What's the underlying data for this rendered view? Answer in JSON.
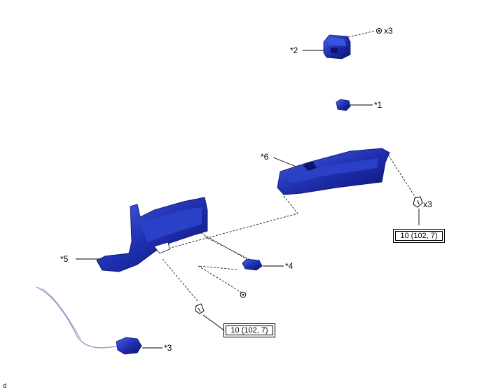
{
  "callouts": {
    "part1": "*1",
    "part2": "*2",
    "part3": "*3",
    "part4": "*4",
    "part5": "*5",
    "part6": "*6"
  },
  "quantities": {
    "screws_part2": "x3",
    "bolts_part6": "x3"
  },
  "torque_specs": {
    "part6_bolts": "10 (102, 7)",
    "part5_bolt": "10 (102, 7)"
  },
  "corner_note": "d",
  "colors": {
    "part_fill": "#1f2fb0",
    "part_dark": "#0b1470",
    "part_light": "#3a55dd",
    "line": "#000000",
    "wire": "#9aa3c8"
  }
}
